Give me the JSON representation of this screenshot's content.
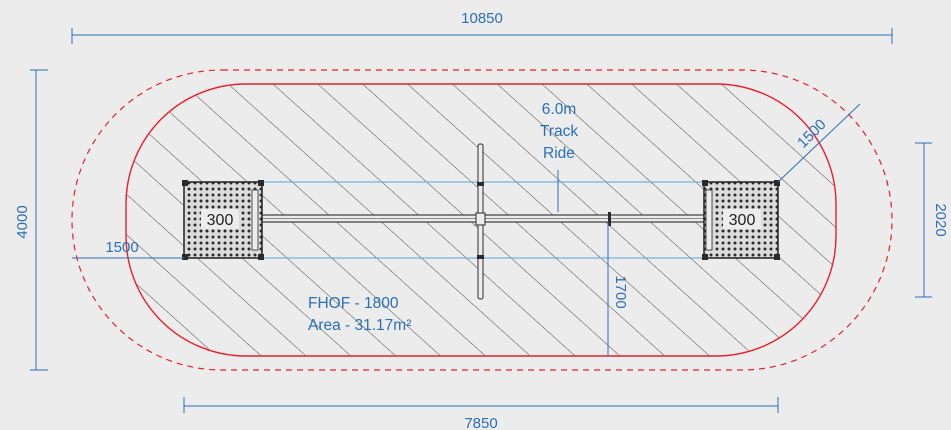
{
  "dimensions": {
    "overall_width": "10850",
    "inner_width": "7850",
    "overall_height": "4000",
    "track_height": "2020",
    "side_clearance": "1500",
    "corner_clearance": "1500",
    "fall_height_line": "1700"
  },
  "labels": {
    "track_ride": [
      "6.0m",
      "Track",
      "Ride"
    ],
    "fhof": "FHOF - 1800",
    "area": "Area - 31.17m²"
  },
  "supports": {
    "left_value": "300",
    "right_value": "300"
  },
  "colors": {
    "background": "#ececec",
    "dimension_blue": "#2a6fb7",
    "safety_red": "#e8202a",
    "hatch": "#3a3a3a",
    "equipment": "#2b2b2b"
  }
}
